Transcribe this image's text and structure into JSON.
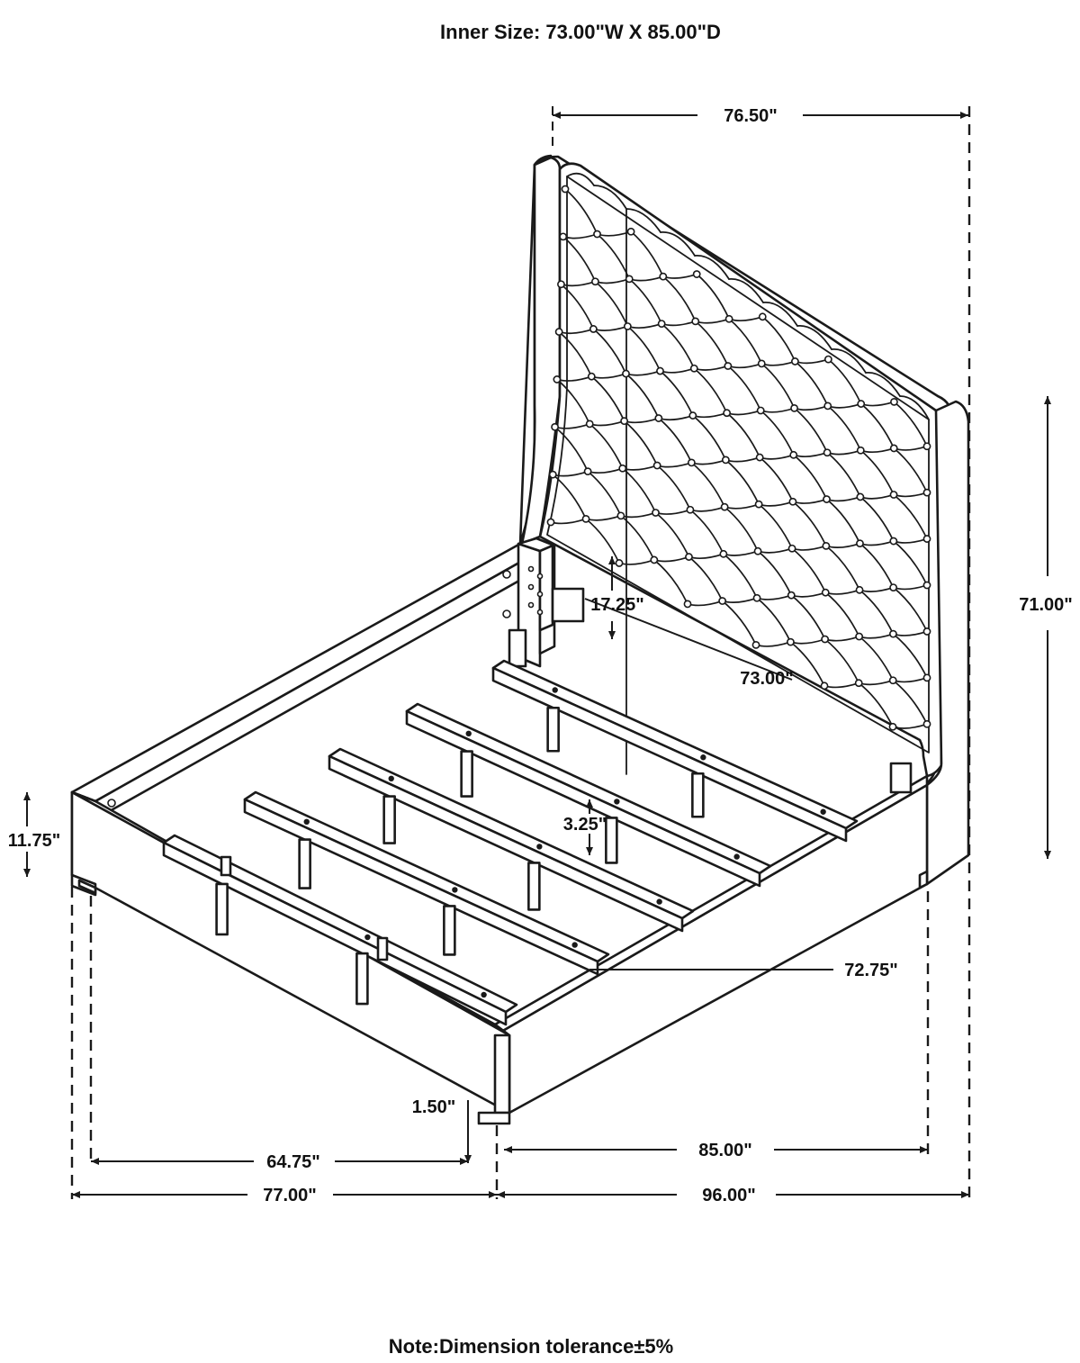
{
  "title": "Inner Size: 73.00\"W X 85.00\"D",
  "note": "Note:Dimension tolerance±5%",
  "dimensions": {
    "headboard_width": "76.50\"",
    "total_height": "71.00\"",
    "headboard_clearance": "17.25\"",
    "inner_width": "73.00\"",
    "side_rail_height": "11.75\"",
    "slat_gap": "3.25\"",
    "slat_length": "72.75\"",
    "leg_height": "1.50\"",
    "inner_width_front": "64.75\"",
    "inner_depth": "85.00\"",
    "overall_width": "77.00\"",
    "overall_depth": "96.00\""
  }
}
